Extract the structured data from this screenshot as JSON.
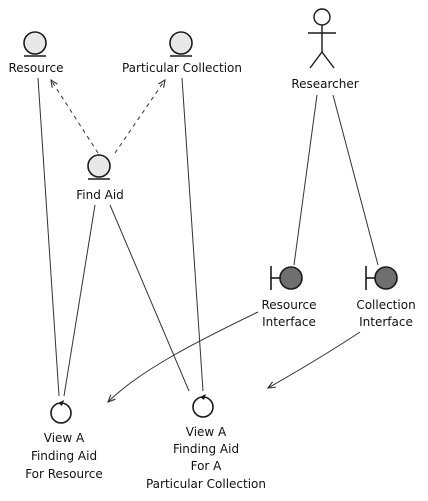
{
  "nodes": {
    "resource": {
      "label": [
        "Resource"
      ],
      "kind": "entity"
    },
    "particular_collection": {
      "label": [
        "Particular Collection"
      ],
      "kind": "entity"
    },
    "find_aid": {
      "label": [
        "Find Aid"
      ],
      "kind": "entity"
    },
    "researcher": {
      "label": [
        "Researcher"
      ],
      "kind": "actor"
    },
    "resource_interface": {
      "label": [
        "Resource",
        "Interface"
      ],
      "kind": "boundary"
    },
    "collection_interface": {
      "label": [
        "Collection",
        "Interface"
      ],
      "kind": "boundary"
    },
    "view_aid_resource": {
      "label": [
        "View A",
        "Finding Aid",
        "For Resource"
      ],
      "kind": "control"
    },
    "view_aid_collection": {
      "label": [
        "View A",
        "Finding Aid",
        "For A",
        "Particular Collection"
      ],
      "kind": "control"
    }
  },
  "edges": [
    {
      "from": "find_aid",
      "to": "resource",
      "style": "dashed",
      "arrow": true
    },
    {
      "from": "find_aid",
      "to": "particular_collection",
      "style": "dashed",
      "arrow": true
    },
    {
      "from": "resource",
      "to": "view_aid_resource",
      "style": "solid",
      "arrow": false
    },
    {
      "from": "particular_collection",
      "to": "view_aid_collection",
      "style": "solid",
      "arrow": false
    },
    {
      "from": "find_aid",
      "to": "view_aid_resource",
      "style": "solid",
      "arrow": false
    },
    {
      "from": "find_aid",
      "to": "view_aid_collection",
      "style": "solid",
      "arrow": false
    },
    {
      "from": "researcher",
      "to": "resource_interface",
      "style": "solid",
      "arrow": false
    },
    {
      "from": "researcher",
      "to": "collection_interface",
      "style": "solid",
      "arrow": false
    },
    {
      "from": "resource_interface",
      "to": "view_aid_resource",
      "style": "solid",
      "arrow": true
    },
    {
      "from": "collection_interface",
      "to": "view_aid_collection",
      "style": "solid",
      "arrow": true
    }
  ],
  "colors": {
    "entity_fill": "#e8e8e8",
    "boundary_fill": "#6f6f6f",
    "control_fill": "#ffffff",
    "line": "#333333"
  }
}
